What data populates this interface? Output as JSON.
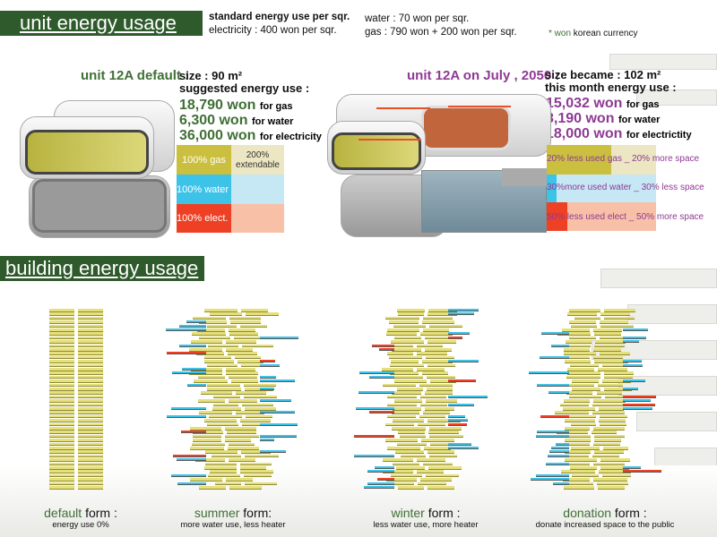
{
  "header": {
    "title": "unit energy usage",
    "standard_label": "standard energy use per sqr.",
    "electricity": "electricity : 400 won per sqr.",
    "water": "water : 70 won per sqr.",
    "gas": "gas : 790 won + 200 won per sqr.",
    "note_won": "* won",
    "note_text": "korean currency"
  },
  "default_unit": {
    "title": "unit 12A default :",
    "size": "size : 90 m²",
    "suggested": "suggested energy use :",
    "costs": [
      {
        "amount": "18,790 won",
        "label": "for gas"
      },
      {
        "amount": "6,300 won",
        "label": "for water"
      },
      {
        "amount": "36,000 won",
        "label": "for electricity"
      }
    ],
    "table": {
      "gas": "100% gas",
      "extend": "200% extendable",
      "water": "100% water",
      "elect": "100% elect."
    }
  },
  "july_unit": {
    "title": "unit 12A on July , 2050 :",
    "size": "size became : 102  m²",
    "this_month": "this month energy use :",
    "costs": [
      {
        "amount": "15,032 won",
        "label": "for gas"
      },
      {
        "amount": "8,190 won",
        "label": "for water"
      },
      {
        "amount": "18,000 won",
        "label": "for electrictity"
      }
    ],
    "rows": [
      {
        "text": "20% less used gas _ 20% more space",
        "fill": 0.59
      },
      {
        "text": "30%more used water _ 30% less space",
        "fill": 0.09
      },
      {
        "text": "50% less used elect _ 50% more space",
        "fill": 0.19
      }
    ]
  },
  "building": {
    "title": "building energy usage",
    "forms": [
      {
        "key": "default",
        "rest": " form :",
        "desc": "energy use 0%"
      },
      {
        "key": "summer",
        "rest": " form:",
        "desc": "more water use, less heater"
      },
      {
        "key": "winter",
        "rest": " form :",
        "desc": "less water use, more heater"
      },
      {
        "key": "donation",
        "rest": " form :",
        "desc": "donate increased space to the public"
      }
    ]
  },
  "colors": {
    "gas": "#cbbf3f",
    "gas_light": "#ece6c2",
    "water": "#3ec3e8",
    "water_light": "#c6e8f5",
    "elect": "#ee4024",
    "elect_light": "#f8c0a6",
    "green": "#2f5a2c",
    "purple": "#8e3a94"
  }
}
